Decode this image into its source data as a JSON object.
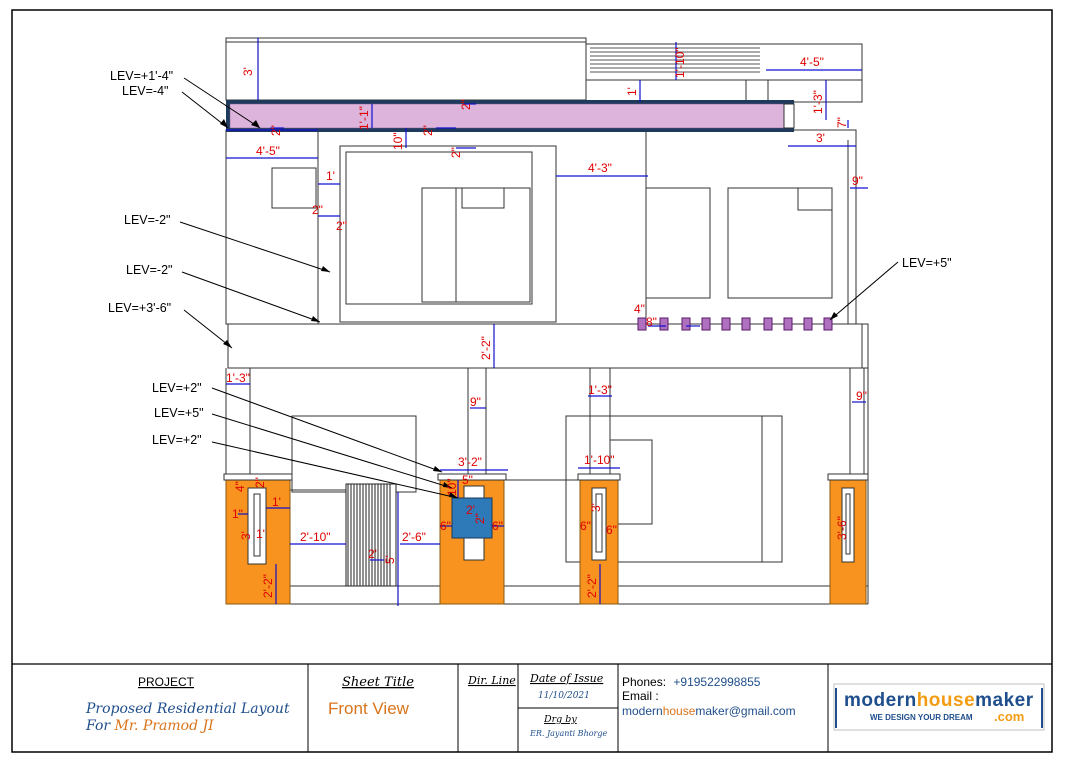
{
  "levels": {
    "l1": "LEV=+1'-4\"",
    "l2": "LEV=-4\"",
    "l3": "LEV=-2\"",
    "l4": "LEV=-2\"",
    "l5": "LEV=+3'-6\"",
    "l6": "LEV=+5\"",
    "l7": "LEV=+2\"",
    "l8": "LEV=+5\"",
    "l9": "LEV=+2\""
  },
  "dims": {
    "d_3ft": "3'",
    "d_1_10_top": "1'-10\"",
    "d_4_5_top": "4'-5\"",
    "d_1ft_top": "1'",
    "d_1_3_right": "1'-3\"",
    "d_7in": "7\"",
    "d_3ft_right": "3'",
    "d_2in_a": "2\"",
    "d_2in_b": "2\"",
    "d_2in_c": "2\"",
    "d_2in_d": "2\"",
    "d_1_1": "1'-1\"",
    "d_10in": "10\"",
    "d_4_5_left": "4'-5\"",
    "d_4_3": "4'-3\"",
    "d_9in_right": "9\"",
    "d_1ft_mid": "1'",
    "d_2in_e": "2\"",
    "d_2in_f": "2\"",
    "d_4in": "4\"",
    "d_8in": "8\"",
    "d_2_2_mid": "2'-2\"",
    "d_1_3_lower_left": "1'-3\"",
    "d_9in_col": "9\"",
    "d_1_3_col": "1'-3\"",
    "d_9in_col_right": "9\"",
    "d_3_2": "3'-2\"",
    "d_1_10_low": "1'-10\"",
    "d_4in_p": "4\"",
    "d_2in_p": "2\"",
    "d_1ft_p": "1'",
    "d_1in_p": "1\"",
    "d_3ft_p": "3'",
    "d_1ft_p2": "1'",
    "d_2_10": "2'-10\"",
    "d_2_6": "2'-6\"",
    "d_5ft": "5'",
    "d_5in_a": "5\"",
    "d_10in_gate": "10\"",
    "d_2ft_gate": "2'",
    "d_6in_a": "6\"",
    "d_6in_b": "6\"",
    "d_6in_c": "6\"",
    "d_6in_d": "6\"",
    "d_2in_g": "2\"",
    "d_3ft_mid": "3'",
    "d_3_6": "3'-6\"",
    "d_2_2_left": "2'-2\"",
    "d_2_2_mid_p": "2'-2\""
  },
  "title_block": {
    "project_head": "PROJECT",
    "project_line1": "Proposed Residential Layout",
    "project_line2_prefix": "For ",
    "project_line2_name": "Mr. Pramod JI",
    "sheet_title_head": "Sheet Title",
    "sheet_title": "Front View",
    "dir_line": "Dir. Line",
    "date_head": "Date of Issue",
    "date": "11/10/2021",
    "drg_by_head": "Drg by",
    "drg_by": "ER. Jayanti Bhorge",
    "phones_label": "Phones:",
    "phones": "+919522998855",
    "email_label": "Email :",
    "email_a": "modern",
    "email_b": "house",
    "email_c": "maker@gmail.com",
    "logo_a": "modern",
    "logo_b": "house",
    "logo_c": "maker",
    "logo_tag": "WE DESIGN YOUR DREAM",
    "logo_com": ".com"
  },
  "colors": {
    "orange": "#f7931e",
    "purple_band": "#dcb4dc",
    "navy": "#1e3a5c",
    "blue_box": "#2e7ab8",
    "dim_red": "#e00000",
    "dim_blue": "#1010d0",
    "purple_brick": "#8a2a9a",
    "logo_blue": "#1f4e8c",
    "logo_orange": "#f39c12"
  }
}
